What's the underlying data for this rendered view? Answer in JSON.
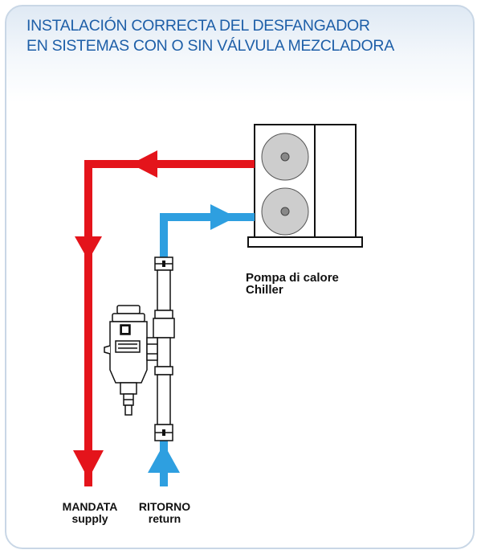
{
  "title": {
    "line1": "INSTALACIÓN CORRECTA DEL DESFANGADOR",
    "line2": "EN SISTEMAS CON O SIN VÁLVULA MEZCLADORA"
  },
  "heat_pump_label": {
    "line1": "Pompa di calore",
    "line2": "Chiller"
  },
  "supply_label": {
    "line1": "MANDATA",
    "line2": "supply"
  },
  "return_label": {
    "line1": "RITORNO",
    "line2": "return"
  },
  "colors": {
    "supply_pipe": "#e4141b",
    "return_pipe": "#2e9fe0",
    "title": "#1e5fa8",
    "frame": "#c9d7e6"
  }
}
